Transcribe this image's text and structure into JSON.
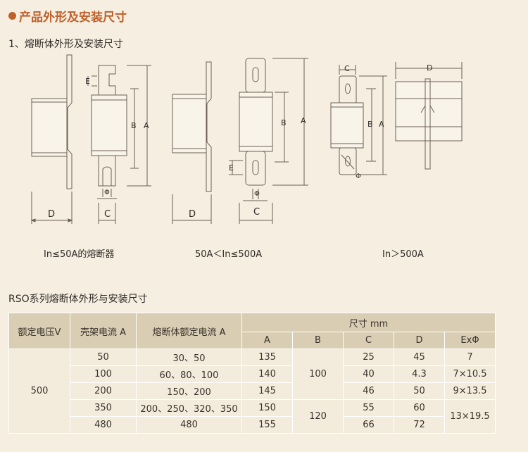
{
  "heading": "产品外形及安装尺寸",
  "subtitle": "1、熔断体外形及安装尺寸",
  "captions": [
    "In≤50A的熔断器",
    "50A＜In≤500A",
    "In＞500A"
  ],
  "dims": {
    "A": "A",
    "B": "B",
    "C": "C",
    "D": "D",
    "E": "E",
    "phi": "Φ"
  },
  "table_title": "RSO系列熔断体外形与安装尺寸",
  "table": {
    "h_voltage": "额定电压V",
    "h_frame": "壳架电流 A",
    "h_fuse": "熔断体额定电流 A",
    "h_size": "尺寸 mm",
    "h_A": "A",
    "h_B": "B",
    "h_C": "C",
    "h_D": "D",
    "h_E": "ExΦ",
    "voltage": "500",
    "rows": [
      {
        "frame": "50",
        "fuse": "30、50",
        "A": "135",
        "C": "25",
        "D": "45",
        "E": "7"
      },
      {
        "frame": "100",
        "fuse": "60、80、100",
        "A": "140",
        "C": "40",
        "D": "4.3",
        "E": "7×10.5"
      },
      {
        "frame": "200",
        "fuse": "150、200",
        "A": "145",
        "C": "46",
        "D": "50",
        "E": "9×13.5"
      },
      {
        "frame": "350",
        "fuse": "200、250、320、350",
        "A": "150",
        "C": "55",
        "D": "60"
      },
      {
        "frame": "480",
        "fuse": "480",
        "A": "155",
        "C": "66",
        "D": "72"
      }
    ],
    "B_100": "100",
    "B_120": "120",
    "E_merged": "13×19.5"
  }
}
